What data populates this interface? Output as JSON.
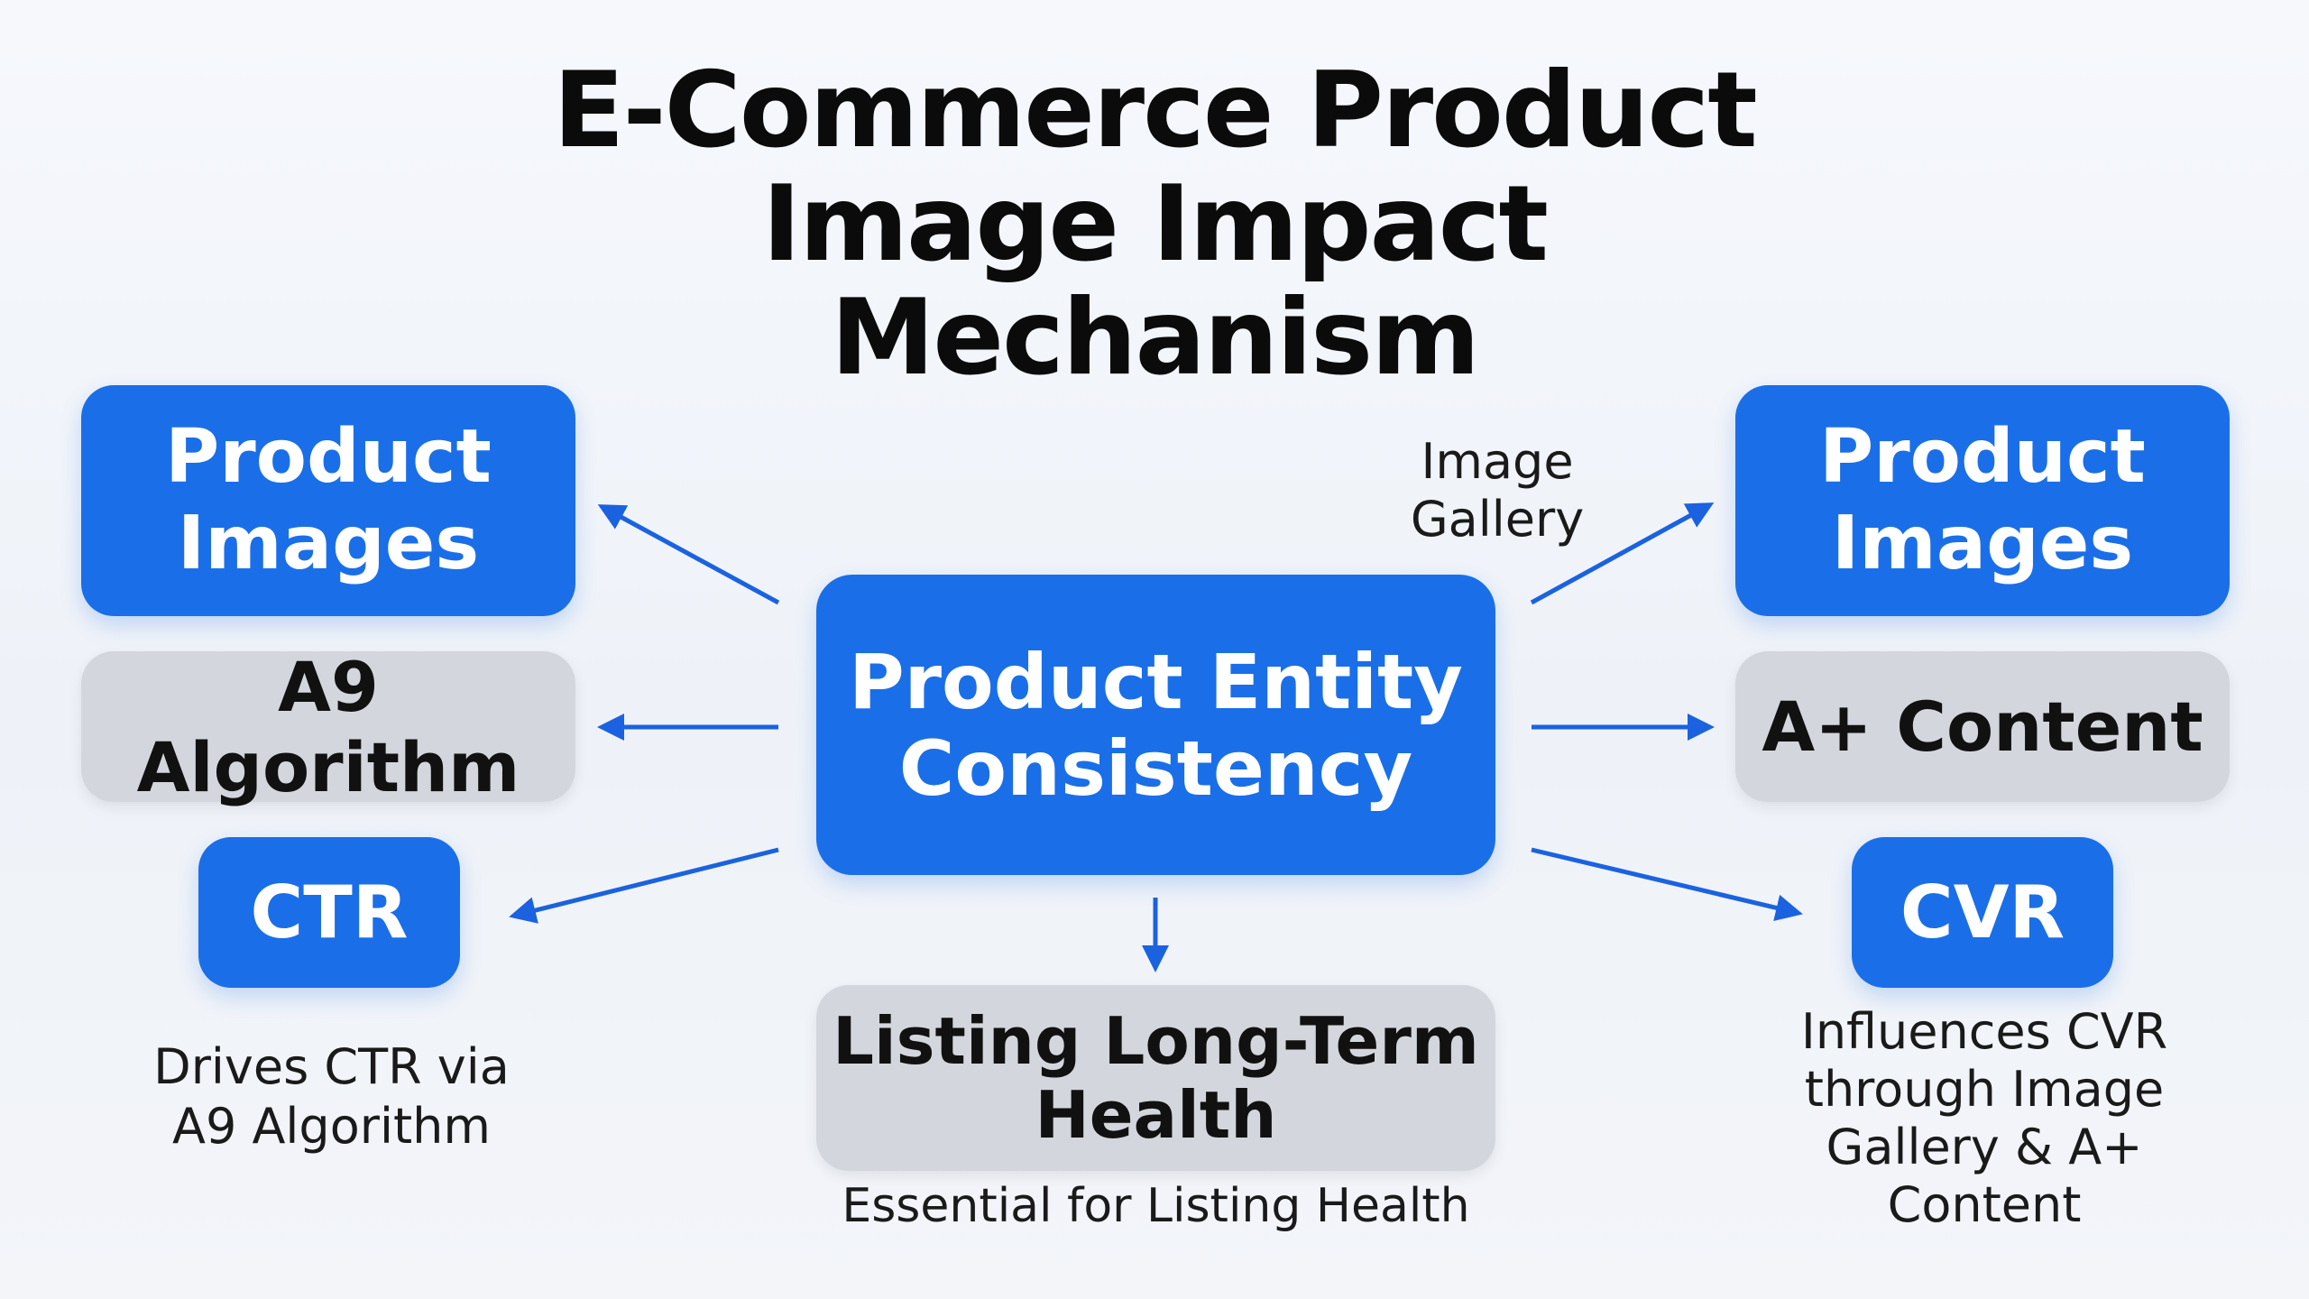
{
  "title": {
    "lines": [
      "E-Commerce Product",
      "Image Impact",
      "Mechanism"
    ]
  },
  "colors": {
    "accent_blue": "#1a6fe8",
    "neutral_gray": "#d3d6dc",
    "arrow_blue": "#1a62e0",
    "text_dark": "#111111"
  },
  "center": {
    "lines": [
      "Product Entity",
      "Consistency"
    ]
  },
  "left": {
    "product_images": [
      "Product",
      "Images"
    ],
    "a9": "A9 Algorithm",
    "ctr": "CTR",
    "ctr_caption": [
      "Drives CTR via",
      "A9 Algorithm"
    ]
  },
  "right": {
    "gallery_caption": [
      "Image",
      "Gallery"
    ],
    "product_images": [
      "Product",
      "Images"
    ],
    "aplus": "A+ Content",
    "cvr": "CVR",
    "cvr_caption": [
      "Influences CVR",
      "through Image",
      "Gallery & A+",
      "Content"
    ]
  },
  "bottom": {
    "health": [
      "Listing Long-Term",
      "Health"
    ],
    "health_caption": "Essential for Listing Health"
  },
  "arrows": [
    {
      "from": "product-entity-consistency",
      "to": "left-product-images"
    },
    {
      "from": "product-entity-consistency",
      "to": "a9-algorithm"
    },
    {
      "from": "product-entity-consistency",
      "to": "ctr"
    },
    {
      "from": "product-entity-consistency",
      "to": "listing-long-term-health"
    },
    {
      "from": "product-entity-consistency",
      "to": "right-product-images"
    },
    {
      "from": "product-entity-consistency",
      "to": "a-plus-content"
    },
    {
      "from": "product-entity-consistency",
      "to": "cvr"
    }
  ]
}
